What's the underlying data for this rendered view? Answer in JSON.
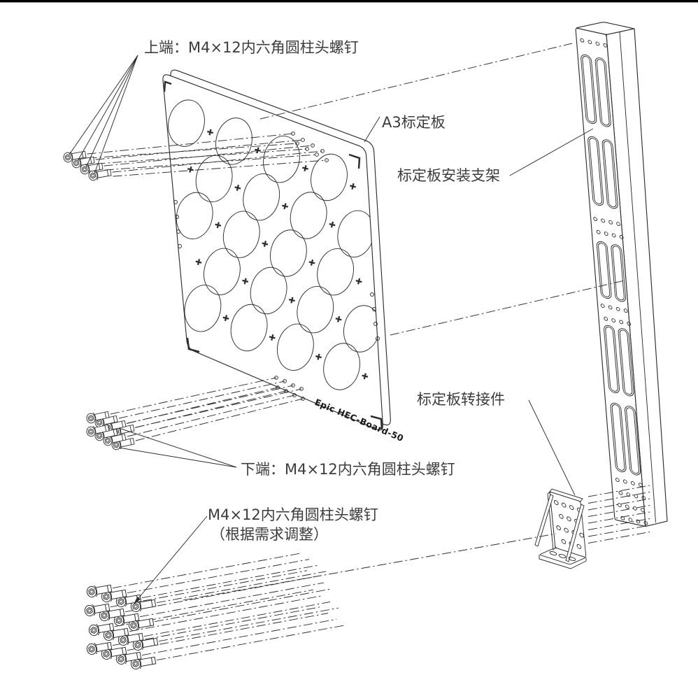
{
  "colors": {
    "background": "#ffffff",
    "line": "#2e2e2e",
    "text": "#3c3c3c",
    "top_border": "#000000"
  },
  "labels": {
    "top_screws": "上端：M4×12内六角圆柱头螺钉",
    "board": "A3标定板",
    "bracket": "标定板安装支架",
    "adapter": "标定板转接件",
    "bottom_screws": "下端：M4×12内六角圆柱头螺钉",
    "adjust_screws_line1": "M4×12内六角圆柱头螺钉",
    "adjust_screws_line2": "（根据需求调整）",
    "board_print": "Epic HEC-Board-50"
  }
}
